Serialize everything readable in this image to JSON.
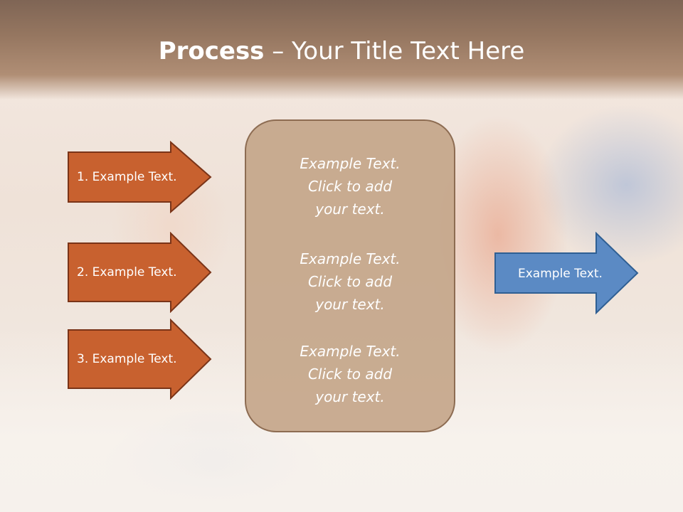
{
  "slide": {
    "title_bold": "Process",
    "title_rest": " – Your Title Text Here"
  },
  "left_arrows": [
    {
      "label": "1. Example Text."
    },
    {
      "label": "2. Example Text."
    },
    {
      "label": "3. Example Text."
    }
  ],
  "center_box": {
    "blocks": [
      {
        "line1": "Example Text.",
        "line2": "Click  to add",
        "line3": "your text."
      },
      {
        "line1": "Example Text.",
        "line2": "Click  to add",
        "line3": "your text."
      },
      {
        "line1": "Example Text.",
        "line2": "Click  to add",
        "line3": "your text."
      }
    ]
  },
  "right_arrow": {
    "label": "Example Text."
  },
  "colors": {
    "left_arrow_fill": "#c8612f",
    "left_arrow_stroke": "#7a3418",
    "right_arrow_fill": "#5b8ac4",
    "right_arrow_stroke": "#2f5f93",
    "center_fill": "#c4a68a",
    "header": "#957660"
  }
}
